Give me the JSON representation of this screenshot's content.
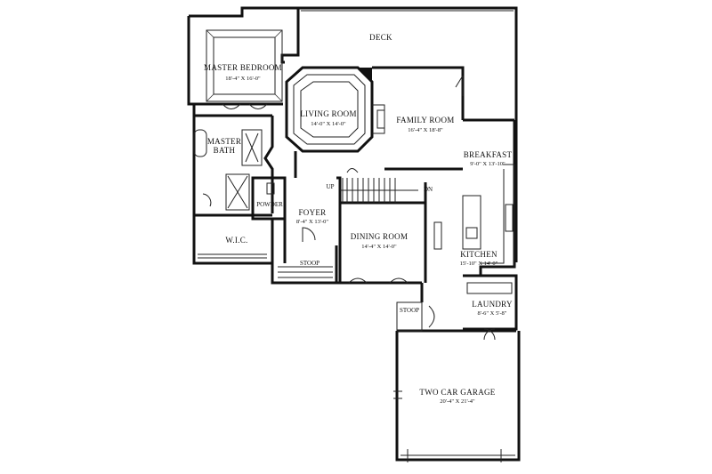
{
  "rooms": {
    "deck": {
      "name": "DECK"
    },
    "master_bedroom": {
      "name": "MASTER BEDROOM",
      "dims": "18'-4\" X 16'-0\""
    },
    "living_room": {
      "name": "LIVING ROOM",
      "dims": "14'-0\" X 14'-0\""
    },
    "family_room": {
      "name": "FAMILY ROOM",
      "dims": "16'-4\" X 18'-8\""
    },
    "master_bath": {
      "name_line1": "MASTER",
      "name_line2": "BATH"
    },
    "breakfast": {
      "name": "BREAKFAST",
      "dims": "9'-0\" X 13'-10\""
    },
    "powder": {
      "name": "POWDER"
    },
    "foyer": {
      "name": "FOYER",
      "dims": "8'-4\" X 13'-0\""
    },
    "dining_room": {
      "name": "DINING ROOM",
      "dims": "14'-4\" X 14'-0\""
    },
    "wic": {
      "name": "W.I.C."
    },
    "kitchen": {
      "name": "KITCHEN",
      "dims": "15'-10\" X 14'-0\""
    },
    "laundry": {
      "name": "LAUNDRY",
      "dims": "8'-6\" X 5'-8\""
    },
    "garage": {
      "name": "TWO CAR GARAGE",
      "dims": "20'-4\" X 21'-4\""
    }
  },
  "labels": {
    "stoop_front": "STOOP",
    "stoop_side": "STOOP",
    "stair_up": "UP",
    "stair_down": "DN"
  }
}
